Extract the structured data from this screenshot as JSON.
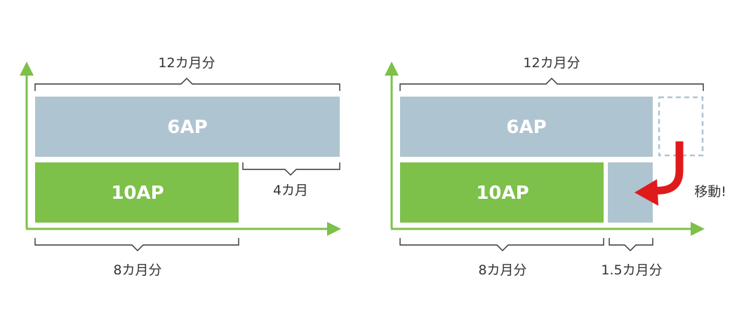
{
  "colors": {
    "axis": "#7dc04a",
    "green_box": "#7dc04a",
    "blue_box": "#aec4d1",
    "dashed_box": "#aec4d1",
    "arrow": "#e0191b",
    "text": "#333333"
  },
  "left_panel": {
    "top_label": "12カ月分",
    "blue_box_label": "6AP",
    "green_box_label": "10AP",
    "right_gap_label": "4カ月",
    "bottom_label": "8カ月分"
  },
  "right_panel": {
    "top_label": "12カ月分",
    "blue_box_label": "6AP",
    "green_box_label": "10AP",
    "move_label": "移動!",
    "bottom_label_main": "8カ月分",
    "bottom_label_small": "1.5カ月分"
  }
}
